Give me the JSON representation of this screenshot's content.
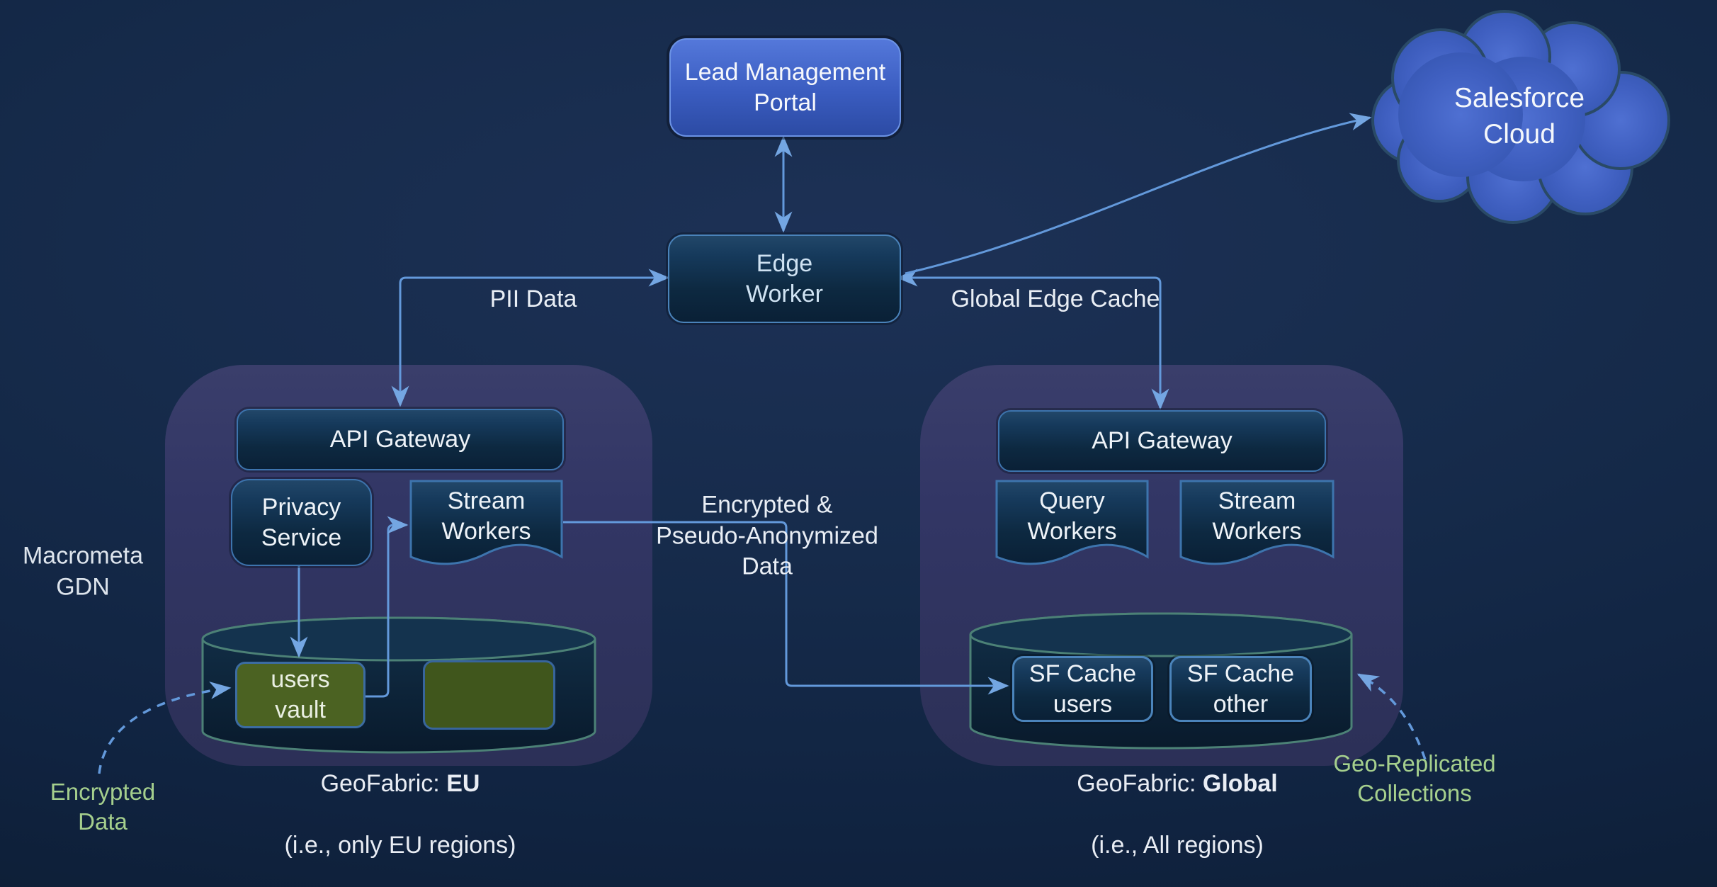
{
  "colors": {
    "background_top": "#1d3156",
    "background_bottom": "#0a1828",
    "container_fill": "#323665",
    "connector_blue": "#6399db",
    "green_label": "#a5cf8d",
    "vault_green": "#4b6222",
    "cloud_blue": "#3f5fc0",
    "portal_blue": "#3a5cc0",
    "cylinder_stroke": "#4c8176"
  },
  "nodes": {
    "portal": {
      "label": "Lead Management\nPortal"
    },
    "salesforce_cloud": {
      "label": "Salesforce\nCloud"
    },
    "edge_worker": {
      "label": "Edge\nWorker"
    },
    "eu_fabric": {
      "api_gateway": {
        "label": "API Gateway"
      },
      "privacy_service": {
        "label": "Privacy\nService"
      },
      "stream_workers": {
        "label": "Stream\nWorkers"
      },
      "users_vault": {
        "label": "users\nvault"
      },
      "caption_prefix": "GeoFabric: ",
      "caption_name": "EU",
      "caption_note": "(i.e., only EU regions)"
    },
    "global_fabric": {
      "api_gateway": {
        "label": "API Gateway"
      },
      "query_workers": {
        "label": "Query\nWorkers"
      },
      "stream_workers": {
        "label": "Stream\nWorkers"
      },
      "sf_cache_users": {
        "label": "SF Cache\nusers"
      },
      "sf_cache_other": {
        "label": "SF Cache\nother"
      },
      "caption_prefix": "GeoFabric: ",
      "caption_name": "Global",
      "caption_note": "(i.e., All regions)"
    }
  },
  "edge_labels": {
    "pii_data": "PII Data",
    "global_edge_cache": "Global Edge Cache",
    "encrypted_pseudo": "Encrypted  &\nPseudo-Anonymized\nData",
    "macrometa_gdn": "Macrometa\nGDN",
    "encrypted_data": "Encrypted\nData",
    "geo_replicated": "Geo-Replicated\nCollections"
  }
}
